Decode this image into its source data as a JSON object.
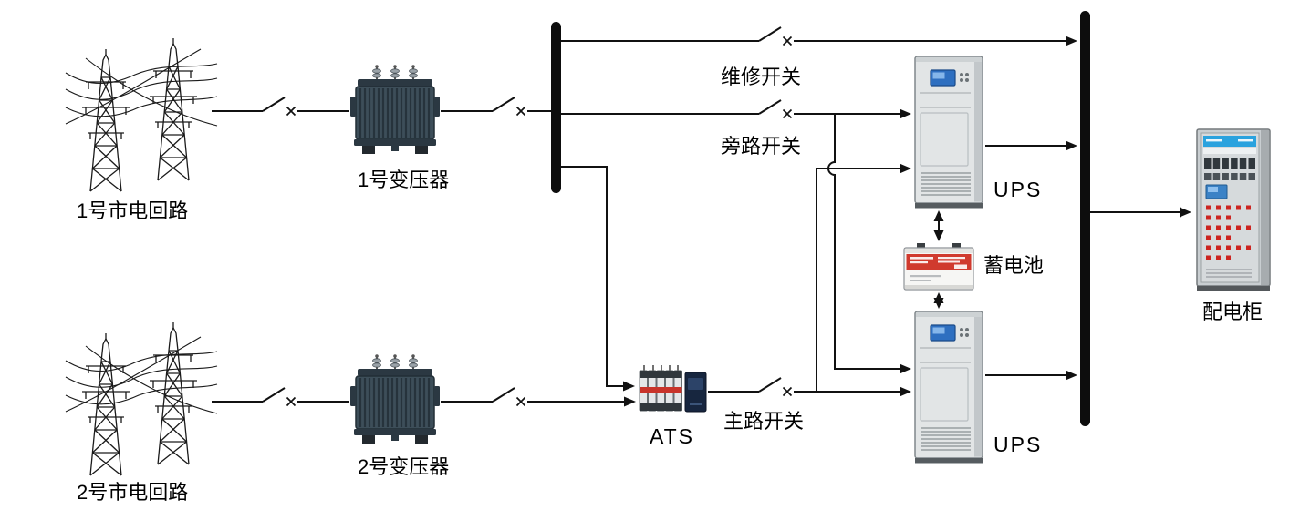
{
  "diagram": {
    "sources": [
      {
        "label": "1号市电回路"
      },
      {
        "label": "2号市电回路"
      }
    ],
    "transformers": [
      {
        "label": "1号变压器"
      },
      {
        "label": "2号变压器"
      }
    ],
    "ats": {
      "label": "ATS"
    },
    "switches": {
      "maintenance": {
        "label": "维修开关"
      },
      "bypass": {
        "label": "旁路开关"
      },
      "main": {
        "label": "主路开关"
      }
    },
    "ups_units": [
      {
        "label": "UPS"
      },
      {
        "label": "UPS"
      }
    ],
    "battery": {
      "label": "蓄电池"
    },
    "distribution_cabinet": {
      "label": "配电柜"
    },
    "colors": {
      "wire": "#111111",
      "busbar": "#0d0d0d",
      "text": "#000000",
      "battery_band_red": "#d03a2e",
      "indicator_red": "#cc2420",
      "ups_screen_blue": "#2e6fc0",
      "cabinet_header_blue": "#2aa2de"
    }
  }
}
